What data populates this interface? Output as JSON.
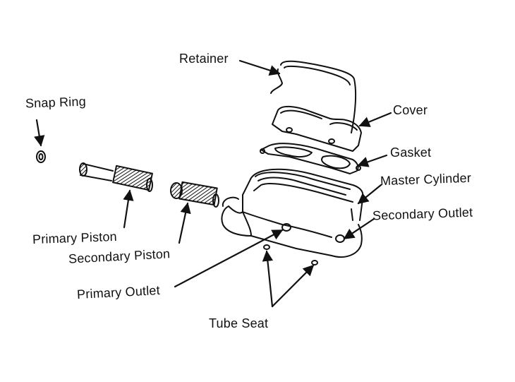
{
  "labels": {
    "retainer": "Retainer",
    "snap_ring": "Snap Ring",
    "cover": "Cover",
    "gasket": "Gasket",
    "master_cylinder": "Master Cylinder",
    "secondary_outlet": "Secondary Outlet",
    "primary_piston": "Primary Piston",
    "secondary_piston": "Secondary Piston",
    "primary_outlet": "Primary Outlet",
    "tube_seat": "Tube Seat"
  },
  "colors": {
    "ink": "#111111",
    "paper": "#ffffff"
  }
}
